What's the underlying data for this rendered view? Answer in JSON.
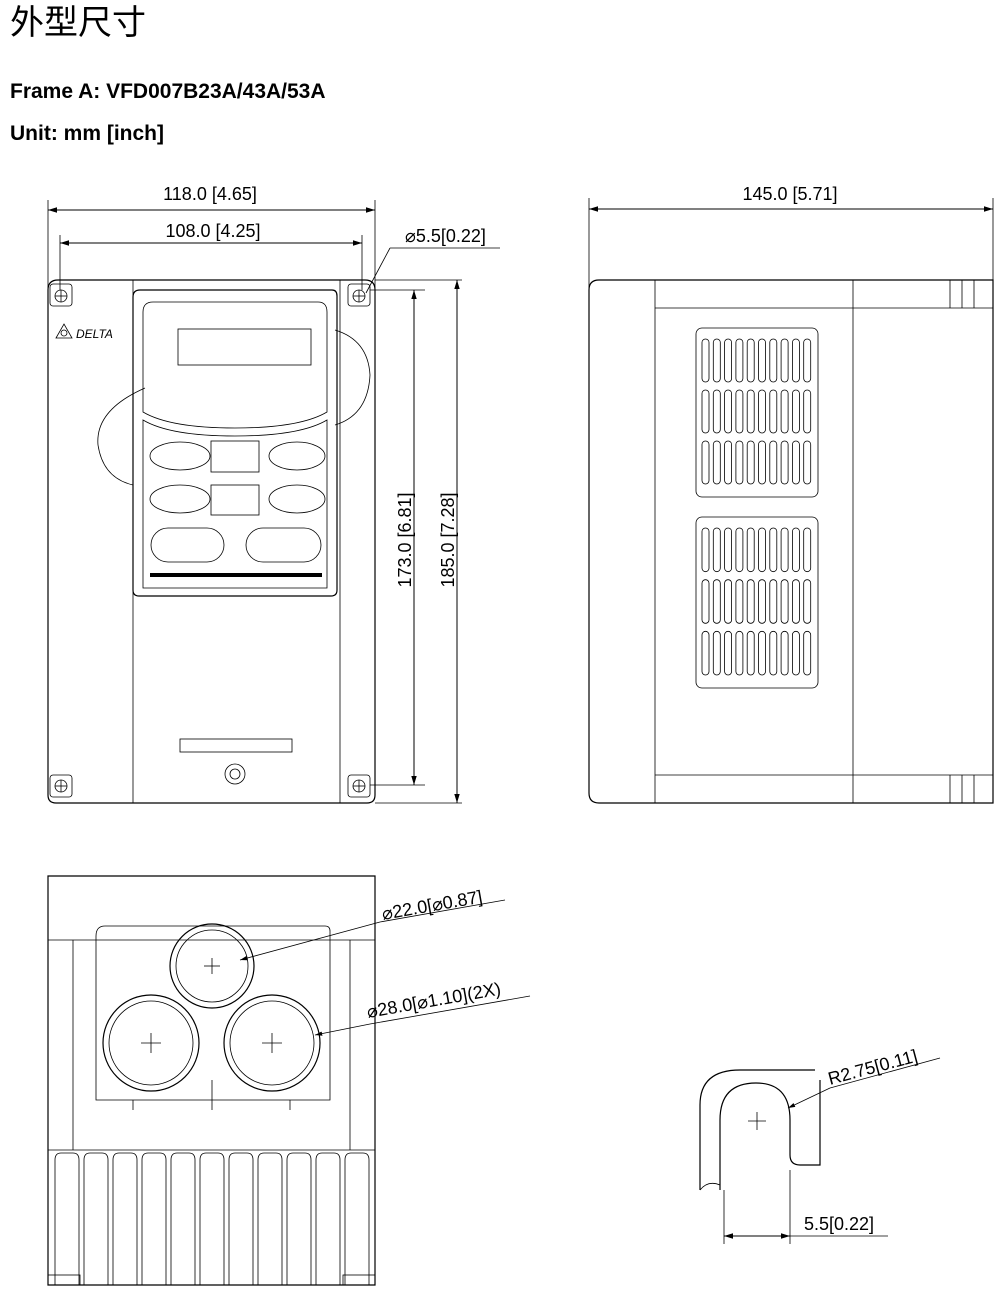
{
  "header": {
    "title": "外型尺寸",
    "frame": "Frame A: VFD007B23A/43A/53A",
    "unit": "Unit: mm [inch]"
  },
  "front_view": {
    "width_overall": "118.0 [4.65]",
    "width_holes": "108.0 [4.25]",
    "hole_dia": "⌀5.5[0.22]",
    "height_holes": "173.0 [6.81]",
    "height_overall": "185.0 [7.28]",
    "logo_text": "DELTA"
  },
  "side_view": {
    "depth": "145.0 [5.71]"
  },
  "bottom_view": {
    "knockout_small": "⌀22.0[⌀0.87]",
    "knockout_large": "⌀28.0[⌀1.10](2X)"
  },
  "slot_detail": {
    "radius": "R2.75[0.11]",
    "width": "5.5[0.22]"
  }
}
